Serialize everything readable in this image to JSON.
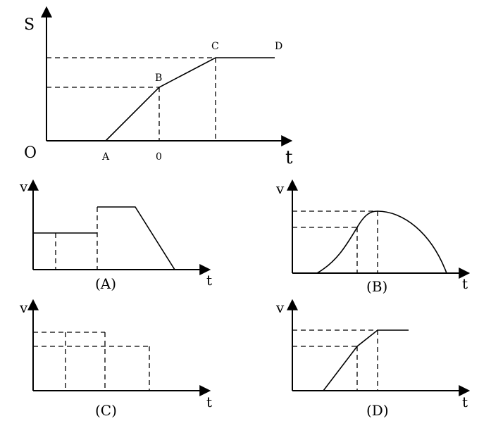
{
  "main_graph": {
    "y_axis_label": "S",
    "x_axis_label": "t",
    "origin_label": "O",
    "point_a": "A",
    "point_b": "B",
    "point_c": "C",
    "point_d": "D",
    "tick_zero": "0"
  },
  "option_a": {
    "caption": "(A)",
    "y_axis_label": "v",
    "x_axis_label": "t"
  },
  "option_b": {
    "caption": "(B)",
    "y_axis_label": "v",
    "x_axis_label": "t"
  },
  "option_c": {
    "caption": "(C)",
    "y_axis_label": "v",
    "x_axis_label": "t"
  },
  "option_d": {
    "caption": "(D)",
    "y_axis_label": "v",
    "x_axis_label": "t"
  }
}
